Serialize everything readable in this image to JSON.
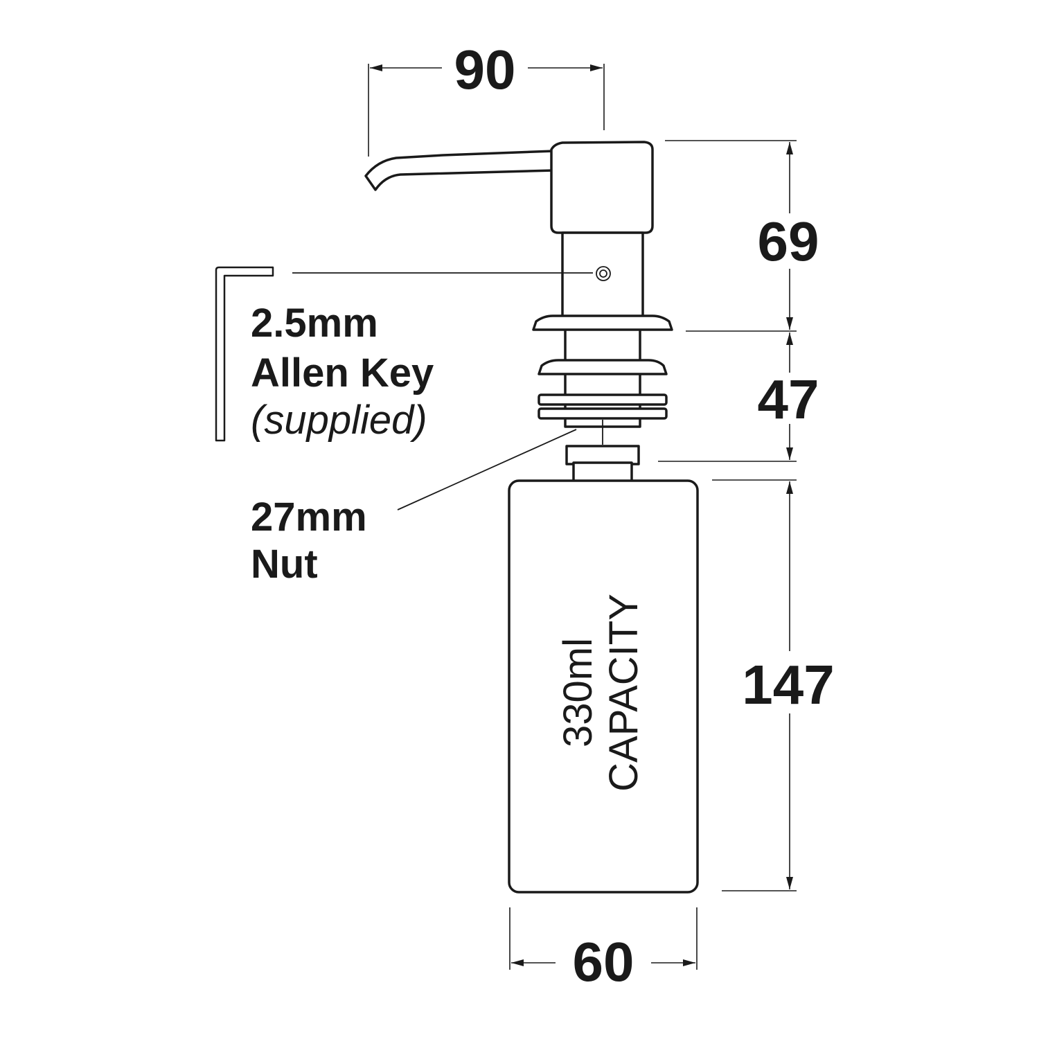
{
  "dimensions": {
    "spout_reach": "90",
    "head_height": "69",
    "collar_height": "47",
    "bottle_height": "147",
    "bottle_width": "60"
  },
  "callouts": {
    "allen_key_size": "2.5mm",
    "allen_key_name": "Allen Key",
    "allen_key_note": "(supplied)",
    "nut_size": "27mm",
    "nut_name": "Nut"
  },
  "bottle": {
    "capacity_value": "330ml",
    "capacity_label": "CAPACITY"
  },
  "colors": {
    "line": "#1a1a1a",
    "background": "#ffffff"
  }
}
